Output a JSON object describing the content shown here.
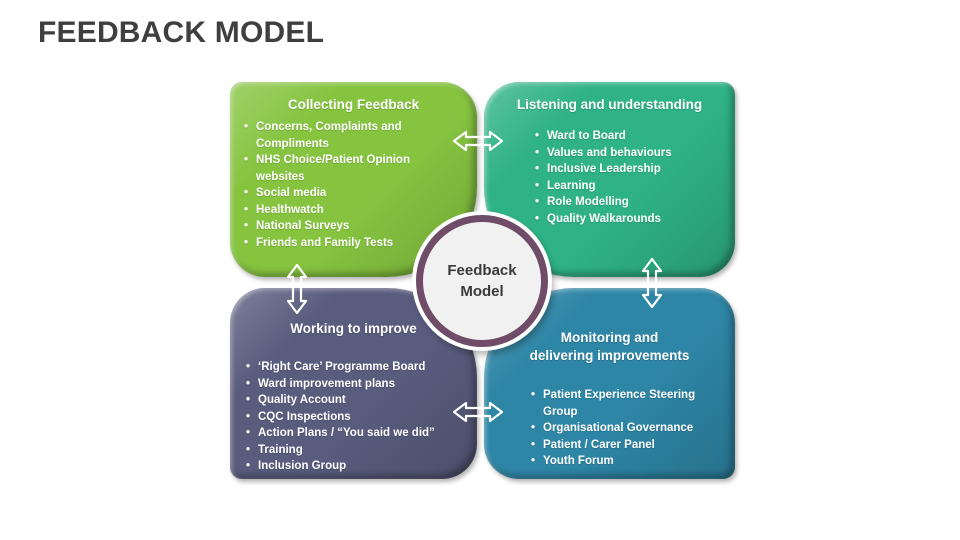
{
  "title": "FEEDBACK MODEL",
  "center": {
    "line1": "Feedback",
    "line2": "Model"
  },
  "colors": {
    "collecting_green": "#86C440",
    "listening_teal_green": "#2FB286",
    "working_purple": "#5A5C7E",
    "monitoring_teal_blue": "#2E86A6",
    "circle_ring_purple": "#6F4C68",
    "circle_fill": "#F2F1F1",
    "title_text": "#3F3F3F",
    "quadrant_text": "#FFFFFF",
    "arrow_outline": "#FFFFFF"
  },
  "quadrants": [
    {
      "title": "Collecting Feedback",
      "items": [
        "Concerns, Complaints and\nCompliments",
        "NHS Choice/Patient Opinion\nwebsites",
        "Social media",
        "Healthwatch",
        "National Surveys",
        "Friends and Family Tests"
      ]
    },
    {
      "title": "Listening and understanding",
      "items": [
        "Ward to Board",
        "Values and behaviours",
        "Inclusive Leadership",
        "Learning",
        "Role Modelling",
        "Quality Walkarounds"
      ]
    },
    {
      "title": "Working to improve",
      "items": [
        "‘Right Care’ Programme Board",
        "Ward improvement plans",
        "Quality Account",
        "CQC Inspections",
        "Action Plans / “You said we did”",
        "Training",
        "Inclusion Group"
      ]
    },
    {
      "title": "Monitoring and\ndelivering improvements",
      "items": [
        "Patient Experience Steering\nGroup",
        "Organisational Governance",
        "Patient / Carer Panel",
        "Youth Forum"
      ]
    }
  ]
}
